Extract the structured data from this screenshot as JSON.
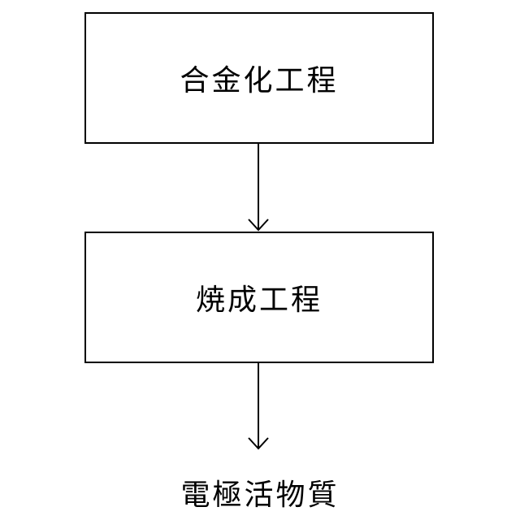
{
  "diagram": {
    "steps": [
      {
        "label": "合金化工程"
      },
      {
        "label": "焼成工程"
      }
    ],
    "result": "電極活物質",
    "line_color": "#000000"
  }
}
